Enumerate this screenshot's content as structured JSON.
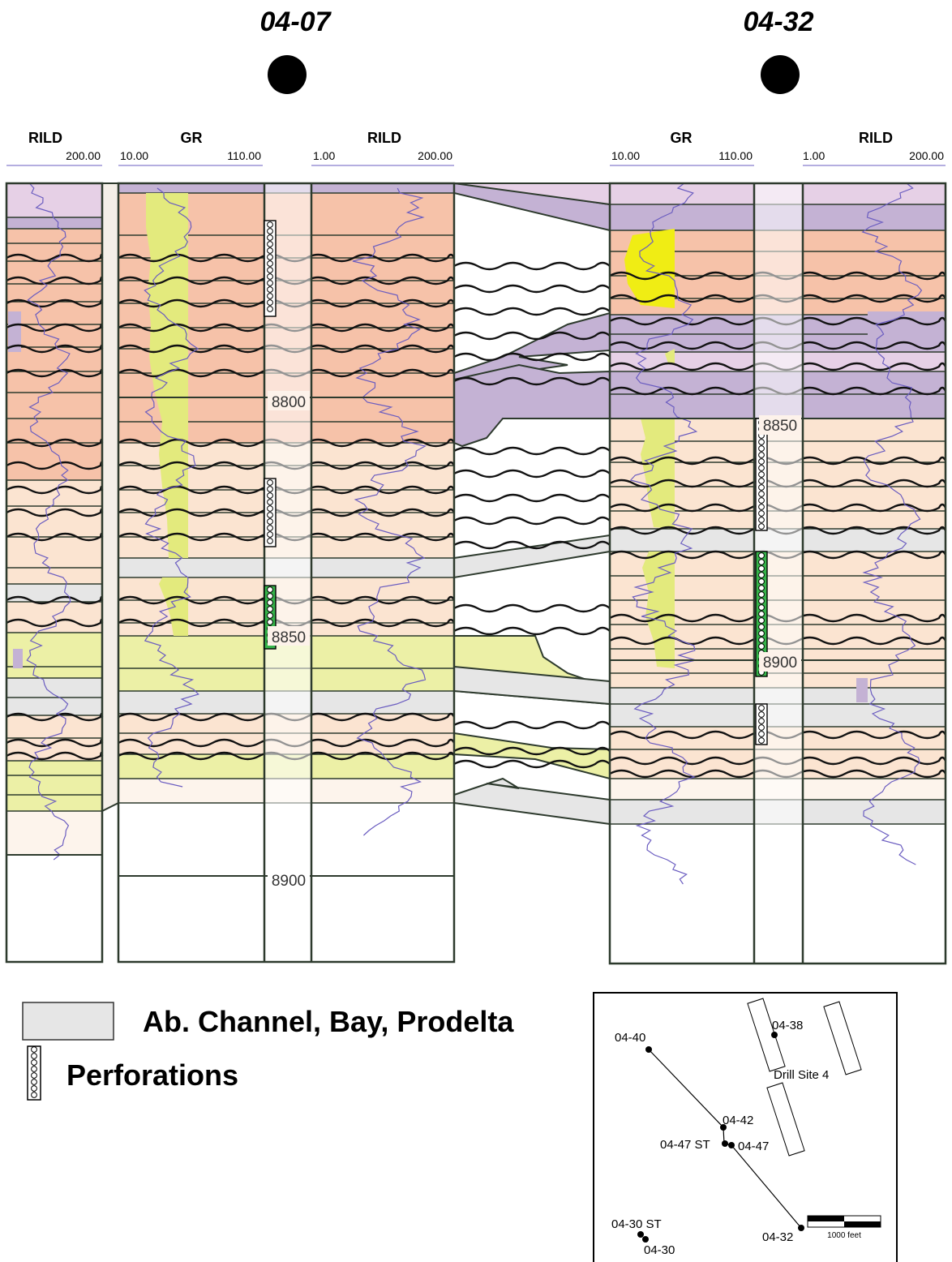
{
  "wells": [
    {
      "name": "04-07",
      "tracks": [
        {
          "label": "RILD",
          "min": "",
          "max": "200.00"
        },
        {
          "label": "GR",
          "min": "10.00",
          "max": "110.00"
        },
        {
          "label": "RILD",
          "min": "1.00",
          "max": "200.00"
        }
      ],
      "depths": [
        "8800",
        "8850",
        "8900"
      ]
    },
    {
      "name": "04-32",
      "tracks": [
        {
          "label": "GR",
          "min": "10.00",
          "max": "110.00"
        },
        {
          "label": "RILD",
          "min": "1.00",
          "max": "200.00"
        }
      ],
      "depths": [
        "8850",
        "8900"
      ]
    }
  ],
  "legend": [
    {
      "label": "Ab. Channel, Bay, Prodelta",
      "symbol": "gray-box"
    },
    {
      "label": "Perforations",
      "symbol": "perforation-icon"
    }
  ],
  "map": {
    "wells": [
      "04-40",
      "04-38",
      "04-42",
      "04-47 ST",
      "04-47",
      "04-30 ST",
      "04-30",
      "04-32"
    ],
    "site_label": "Drill Site 4",
    "scale_label": "1000 feet"
  },
  "colors": {
    "delta_front": "#f6c2a9",
    "distributary": "#fbe4d1",
    "marine_shale": "#c4b2d4",
    "lagoon": "#e6d0e6",
    "channel": "#ecf0a6",
    "bay": "#e6e6e6",
    "mouth_bar": "#fdf4ec",
    "gr_fill": "#e3ea7d",
    "gr_fill_bright": "#f0ed14",
    "outline": "#2d3a2d",
    "curve": "#6a5cc0",
    "perf_green": "#36b34a"
  }
}
